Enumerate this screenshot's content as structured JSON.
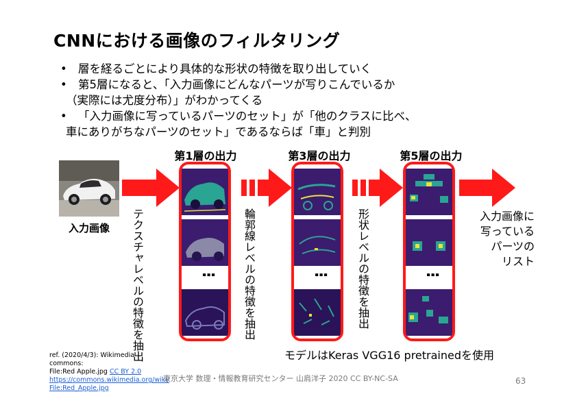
{
  "title": "CNNにおける画像のフィルタリング",
  "bullets": [
    {
      "lines": [
        "層を経るごとにより具体的な形状の特徴を取り出していく"
      ]
    },
    {
      "lines": [
        "第5層になると、「入力画像にどんなパーツが写りこんでいるか",
        "（実際には尤度分布）」がわかってくる"
      ]
    },
    {
      "lines": [
        "「入力画像に写っているパーツのセット」が「他のクラスに比べ、",
        "車にありがちなパーツのセット」であるならば「車」と判別"
      ]
    }
  ],
  "diagram": {
    "input_label": "入力画像",
    "layers": [
      {
        "label": "第1層の出力",
        "feature_text": "テクスチャレベルの特徴を抽出"
      },
      {
        "label": "第3層の出力",
        "feature_text": "輪郭線レベルの特徴を抽出"
      },
      {
        "label": "第5層の出力",
        "feature_text": "形状レベルの特徴を抽出"
      }
    ],
    "output_text": [
      "入力画像に",
      "写っている",
      "パーツの",
      "リスト"
    ],
    "ellipsis": "⋮",
    "model_note": "モデルはKeras VGG16 pretrainedを使用",
    "colors": {
      "arrow": "#ff1a1a",
      "frame": "#ff1a1a",
      "map_bg": "#3b1c6e",
      "map_teal": "#2aa593",
      "map_yellow": "#e8e53a"
    }
  },
  "reference": {
    "line1": "ref. (2020/4/3): Wikimedia commons:",
    "line2_prefix": "File:Red Apple.jpg",
    "license": "CC BY 2.0",
    "url_line1": "https://commons.wikimedia.org/wiki/",
    "url_line2": "File:Red_Apple.jpg"
  },
  "footer": "東京大学 数理・情報教育研究センター 山肩洋子 2020 CC BY-NC-SA",
  "page_number": "63"
}
